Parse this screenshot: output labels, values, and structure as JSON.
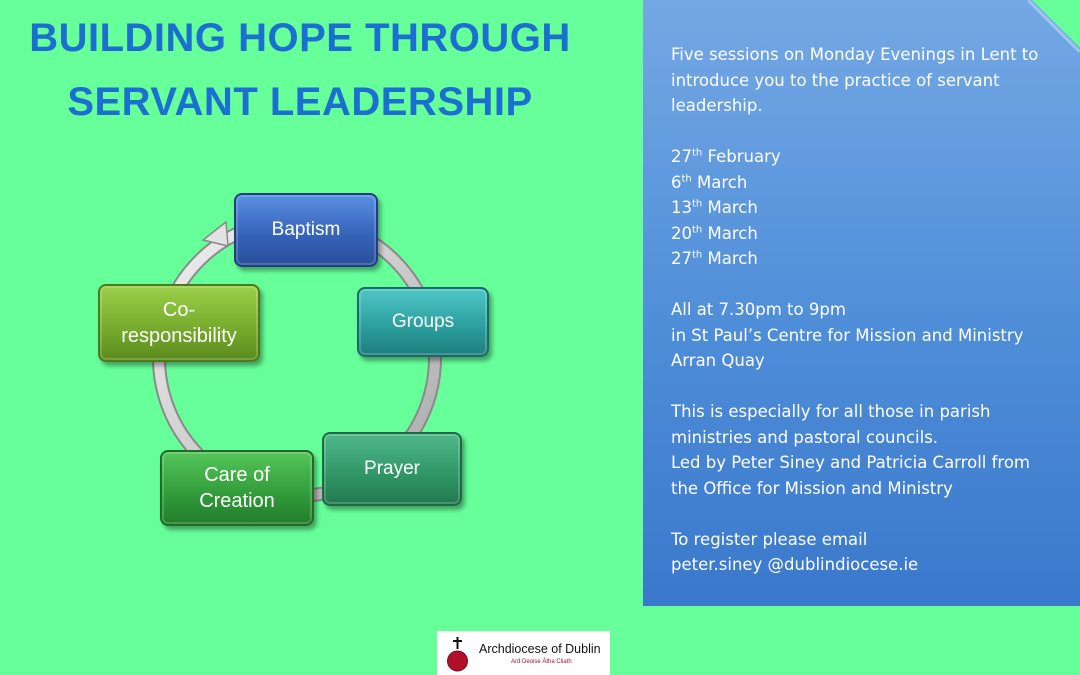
{
  "title": {
    "line1": "BUILDING HOPE THROUGH",
    "line2": "SERVANT LEADERSHIP"
  },
  "cycle": {
    "baptism": "Baptism",
    "groups": "Groups",
    "prayer": "Prayer",
    "care_line1": "Care of",
    "care_line2": "Creation",
    "cores_line1": "Co-",
    "cores_line2": "responsibility"
  },
  "info": {
    "intro_line1": "Five sessions on Monday Evenings in Lent to",
    "intro_line2": "introduce you to the practice of servant",
    "intro_line3": "leadership.",
    "dates": [
      {
        "day": "27",
        "suffix": "th",
        "month": " February"
      },
      {
        "day": "6",
        "suffix": "th",
        "month": " March"
      },
      {
        "day": "13",
        "suffix": "th",
        "month": " March"
      },
      {
        "day": "20",
        "suffix": "th",
        "month": " March"
      },
      {
        "day": "27",
        "suffix": "th",
        "month": " March"
      }
    ],
    "time": "All at 7.30pm to 9pm",
    "venue_line1": "in St Paul’s Centre for Mission and Ministry",
    "venue_line2": "Arran Quay",
    "audience_line1": "This is especially for all those in parish",
    "audience_line2": "ministries and pastoral councils.",
    "led_line1": "Led by Peter Siney and Patricia Carroll from",
    "led_line2": "the Office for Mission and Ministry",
    "register": "To register please email",
    "email": "peter.siney @dublindiocese.ie"
  },
  "logo": {
    "name": "Archdiocese of Dublin",
    "subtitle": "Ard Deoise Átha Cliath"
  },
  "colors": {
    "background": "#66ff99",
    "title": "#1a6fd0",
    "panel": "#4e8dd8",
    "logo_red": "#b0102a"
  }
}
